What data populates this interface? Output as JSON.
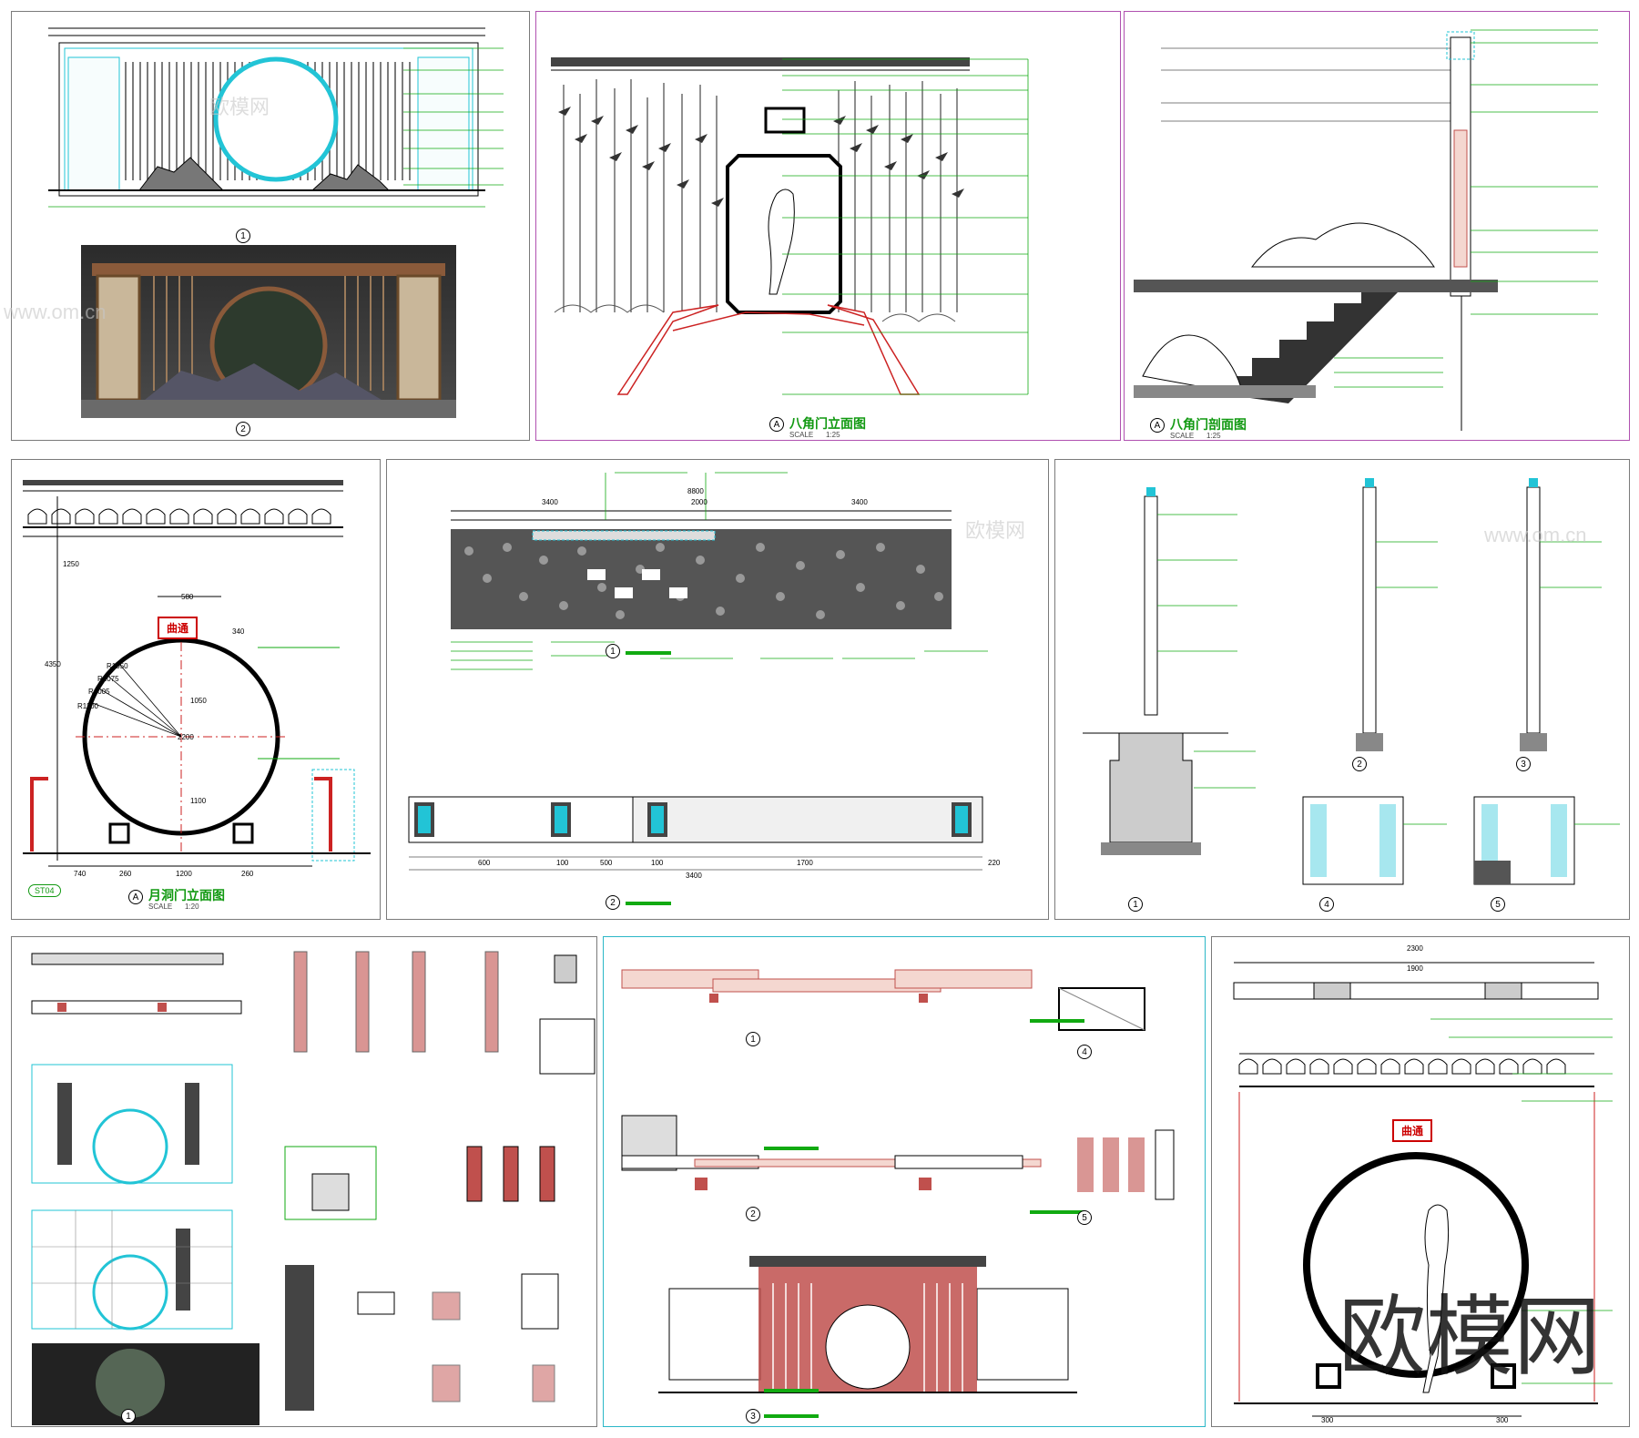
{
  "watermark": {
    "brand": "欧模网",
    "site": "www.om.cn"
  },
  "panels": {
    "p1": {
      "index1": "1",
      "index2": "2"
    },
    "p2": {
      "title": "八角门立面图",
      "scale_label": "SCALE",
      "scale": "1:25",
      "index": "A"
    },
    "p3": {
      "title": "八角门剖面图",
      "scale_label": "SCALE",
      "scale": "1:25",
      "index": "A"
    },
    "p4": {
      "title": "月洞门立面图",
      "scale_label": "SCALE",
      "scale": "1:20",
      "index": "A",
      "tag": "ST04",
      "sign": "曲通",
      "dims": {
        "d580": "580",
        "d340": "340",
        "d1050": "1050",
        "d1100": "1100",
        "d2200": "2200",
        "d740": "740",
        "d260a": "260",
        "d1200": "1200",
        "d260b": "260",
        "d4350": "4350",
        "d1250": "1250",
        "r1": "R1050",
        "r2": "R1075",
        "r3": "R1005",
        "r4": "R1100"
      }
    },
    "p5": {
      "index1": "1",
      "index2": "2",
      "dims": {
        "d8800": "8800",
        "d3400a": "3400",
        "d2000": "2000",
        "d3400b": "3400",
        "d600": "600",
        "d100a": "100",
        "d500": "500",
        "d100b": "100",
        "d1700": "1700",
        "d220": "220",
        "d3400c": "3400"
      }
    },
    "p6": {
      "index1": "1",
      "index2": "2",
      "index3": "3",
      "index4": "4",
      "index5": "5"
    },
    "p7": {
      "index": "1"
    },
    "p8": {
      "index1": "1",
      "index2": "2",
      "index3": "3",
      "index4": "4",
      "index5": "5"
    },
    "p9": {
      "sign": "曲通",
      "dims": {
        "d2300": "2300",
        "d1900": "1900",
        "d300a": "300",
        "d300b": "300"
      }
    }
  },
  "colors": {
    "line": "#000000",
    "green": "#11aa11",
    "cyan": "#22c4d6",
    "red": "#cc2222",
    "brick": "#c0504d",
    "frame": "#7a7a7a"
  }
}
